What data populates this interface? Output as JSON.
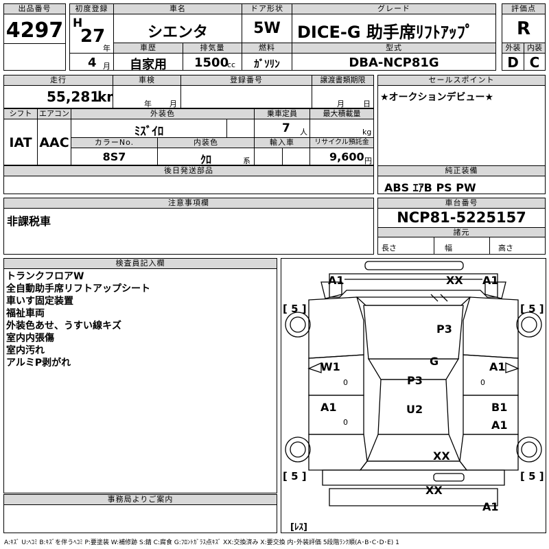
{
  "lot": {
    "label": "出品番号",
    "value": "4297"
  },
  "first_reg": {
    "label": "初度登録",
    "era": "H",
    "year": "27",
    "year_unit": "年",
    "month": "4",
    "month_unit": "月"
  },
  "car_name": {
    "label": "車名",
    "value": "シエンタ"
  },
  "door": {
    "label": "ドア形状",
    "value": "5W"
  },
  "grade": {
    "label": "グレード",
    "value": "DICE-G 助手席ﾘﾌﾄｱｯﾌﾟ"
  },
  "score": {
    "label": "評価点",
    "value": "R"
  },
  "history": {
    "label": "車歴",
    "value": "自家用"
  },
  "displacement": {
    "label": "排気量",
    "value": "1500",
    "unit": "cc"
  },
  "fuel": {
    "label": "燃料",
    "value": "ｶﾞｿﾘﾝ"
  },
  "model": {
    "label": "型式",
    "value": "DBA-NCP81G"
  },
  "exterior": {
    "label": "外装",
    "value": "D"
  },
  "interior": {
    "label": "内装",
    "value": "C"
  },
  "mileage": {
    "label": "走行",
    "value": "55,281",
    "unit": "km"
  },
  "inspection": {
    "label": "車検",
    "year_unit": "年",
    "month_unit": "月"
  },
  "registration": {
    "label": "登録番号",
    "value": ""
  },
  "transfer_deadline": {
    "label": "譲渡書類期限",
    "month_unit": "月",
    "day_unit": "日"
  },
  "sales_point": {
    "label": "セールスポイント",
    "value": "★オークションデビュー★"
  },
  "shift": {
    "label": "シフト",
    "value": "IAT"
  },
  "aircon": {
    "label": "エアコン",
    "value": "AAC"
  },
  "ext_color": {
    "label": "外装色",
    "value": "ﾐｽﾞｲﾛ"
  },
  "capacity": {
    "label": "乗車定員",
    "value": "7",
    "unit": "人"
  },
  "max_load": {
    "label": "最大積載量",
    "unit": "kg"
  },
  "color_no": {
    "label": "カラーNo.",
    "value": "8S7"
  },
  "int_color": {
    "label": "内装色",
    "value": "ｸﾛ",
    "suffix": "系"
  },
  "import": {
    "label": "輸入車"
  },
  "recycle": {
    "label": "リサイクル預託金",
    "value": "9,600",
    "unit": "円"
  },
  "later_parts": {
    "label": "後日発送部品"
  },
  "equipment": {
    "label": "純正装備",
    "value": "ABS ｴｱB PS PW"
  },
  "notes": {
    "label": "注意事項欄",
    "value": "非課税車"
  },
  "chassis": {
    "label": "車台番号",
    "value": "NCP81-5225157"
  },
  "specs": {
    "label": "諸元",
    "length": "長さ",
    "width": "幅",
    "height": "高さ"
  },
  "inspector": {
    "label": "検査員記入欄",
    "lines": [
      "トランクフロアW",
      "全自動助手席リフトアップシート",
      "車いす固定装置",
      "福祉車両",
      "外装色あせ、うすい線キズ",
      "室内内張傷",
      "室内汚れ",
      "アルミP剥がれ"
    ]
  },
  "office": {
    "label": "事務局よりご案内"
  },
  "diagram": {
    "tags": {
      "a1_front_left": "A1",
      "xx_front": "XX",
      "a1_front_right": "A1",
      "p3_hood": "P3",
      "g_windshield": "G",
      "w1_left_front_door": "W1",
      "a1_right_front_door": "A1",
      "p3_roof": "P3",
      "a1_left_rear_door": "A1",
      "u2_roof": "U2",
      "b1_right_rear_door": "B1",
      "a1_right_rear_door": "A1",
      "xx_rear_glass": "XX",
      "xx_rear": "XX",
      "a1_rear_right": "A1"
    },
    "tyre_fl": "[ 5 ]",
    "tyre_fr": "[ 5 ]",
    "tyre_rl": "[ 5 ]",
    "tyre_rr": "[ 5 ]",
    "spare": "[ﾚｽ]",
    "zero": "0"
  },
  "legend": "A:ｷｽﾞ U:ﾍｺﾐ B:ｷｽﾞを伴うﾍｺﾐ P:要塗装 W:補修跡 S:錆 C:腐食 G:ﾌﾛﾝﾄｶﾞﾗｽ点ｷｽﾞ XX:交換済み X:要交換 内･外装評価 5段階ﾗﾝｸ順(A･B･C･D･E) 1"
}
